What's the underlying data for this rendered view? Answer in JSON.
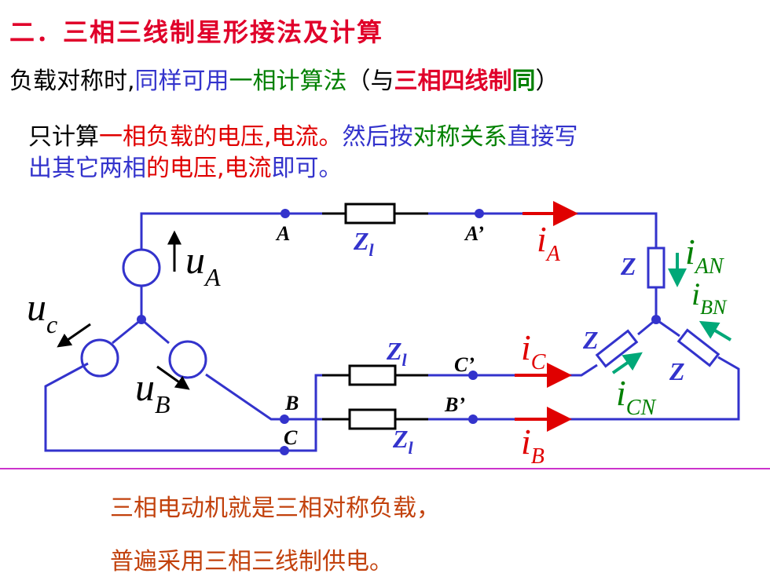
{
  "title": "二．三相三线制星形接法及计算",
  "line1": {
    "part1": "负载对称时,",
    "part2": "同样可用",
    "part3": "一相计算法",
    "part4": "（与",
    "part5": "三相四线制",
    "part6": "同",
    "part7": "）"
  },
  "paragraph": {
    "p1": "只计算",
    "p2": "一相负载的电压",
    "p3": ",",
    "p4": "电流。",
    "p5": "然后按",
    "p6": "对称关系",
    "p7": "直接写",
    "p8": "出其它两相",
    "p9": "的电压",
    "p10": ",",
    "p11": "电流",
    "p12": "即可。"
  },
  "diagram": {
    "node_A": "A",
    "node_A_prime": "A’",
    "node_B": "B",
    "node_B_prime": "B’",
    "node_C": "C",
    "node_C_prime": "C’",
    "zl_main": "Z",
    "zl_sub": "l",
    "z_load": "Z",
    "u_main": "u",
    "uA_sub": "A",
    "uB_sub": "B",
    "uC_sub": "c",
    "i_main": "i",
    "iA_sub": "A",
    "iB_sub": "B",
    "iC_sub": "C",
    "iAN_sub": "AN",
    "iBN_sub": "BN",
    "iCN_sub": "CN"
  },
  "notes": {
    "line1": "三相电动机就是三相对称负载，",
    "line2": "普遍采用三相三线制供电。"
  },
  "colors": {
    "wire": "#3333cc",
    "current_arrow": "#e00000",
    "load_arrow": "#00a878",
    "title": "#e0002a",
    "divider": "#cc33cc",
    "note_text": "#c2410c"
  }
}
